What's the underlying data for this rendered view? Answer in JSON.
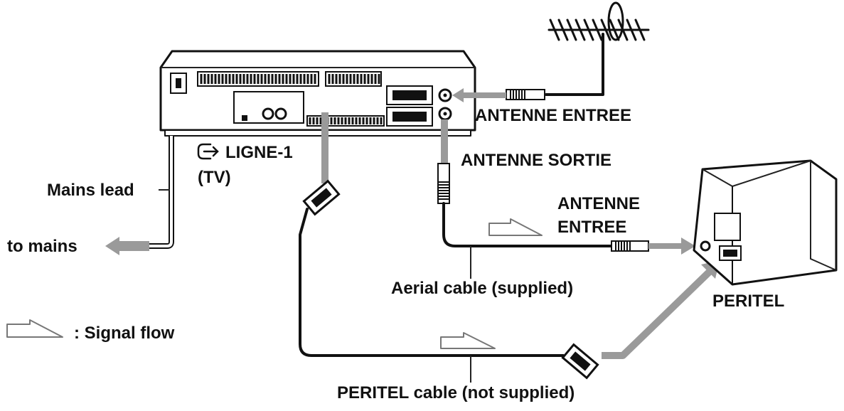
{
  "labels": {
    "antenne_entree_vcr": "ANTENNE ENTREE",
    "ligne_1": "LIGNE-1",
    "tv_paren": "(TV)",
    "antenne_sortie": "ANTENNE SORTIE",
    "mains_lead": "Mains lead",
    "to_mains": "to mains",
    "antenne_tv_line1": "ANTENNE",
    "antenne_tv_line2": "ENTREE",
    "aerial_cable": "Aerial cable (supplied)",
    "peritel": "PERITEL",
    "signal_flow": ": Signal flow",
    "peritel_cable": "PERITEL cable (not supplied)"
  },
  "icons": {
    "vcr": "vcr-rear-panel-icon",
    "antenna": "tv-antenna-icon",
    "tv": "television-rear-icon",
    "scart": "scart-plug-icon",
    "coax": "coaxial-plug-icon",
    "line_out": "line-output-icon",
    "signal_arrow": "hollow-signal-arrow-icon",
    "solid_arrow": "grey-solid-arrow-icon"
  },
  "colors": {
    "line": "#111111",
    "connection_arrow": "#9a9a9a",
    "signal_arrow": "#777777"
  }
}
